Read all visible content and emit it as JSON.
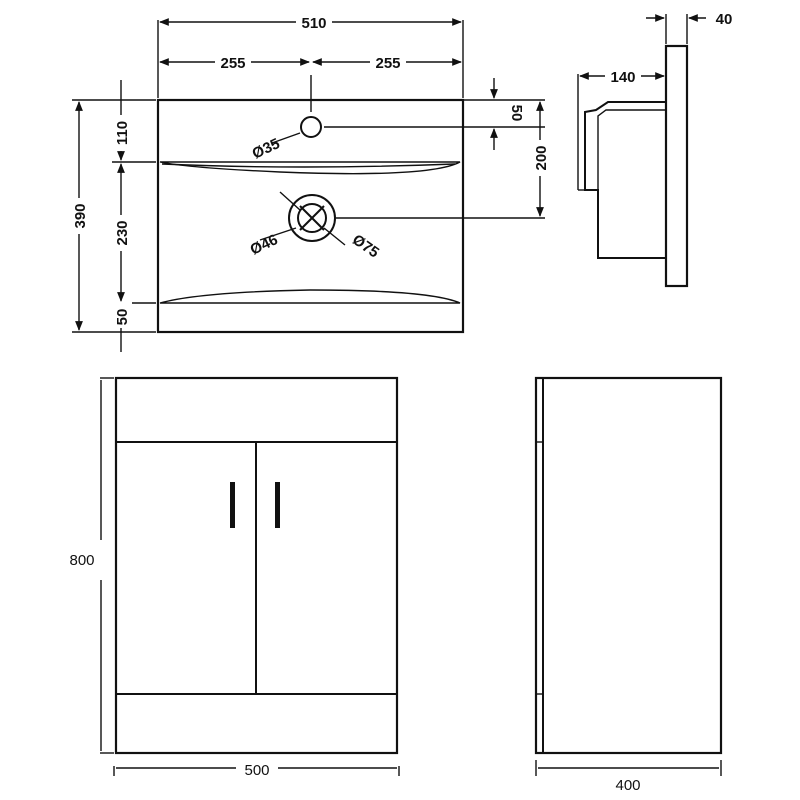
{
  "basin_top_view": {
    "overall_width": "510",
    "half_left": "255",
    "half_right": "255",
    "overall_depth": "390",
    "front_to_taphole": "110",
    "taphole_to_waste": "230",
    "waste_to_back": "50",
    "taphole_offset": "50",
    "waste_offset": "200",
    "taphole_diameter": "Ø35",
    "waste_inner_diameter": "Ø46",
    "waste_outer_diameter": "Ø75"
  },
  "basin_side_view": {
    "lip_width": "40",
    "bowl_projection": "140"
  },
  "unit_front_view": {
    "height": "800",
    "width": "500"
  },
  "unit_side_view": {
    "depth": "400"
  }
}
